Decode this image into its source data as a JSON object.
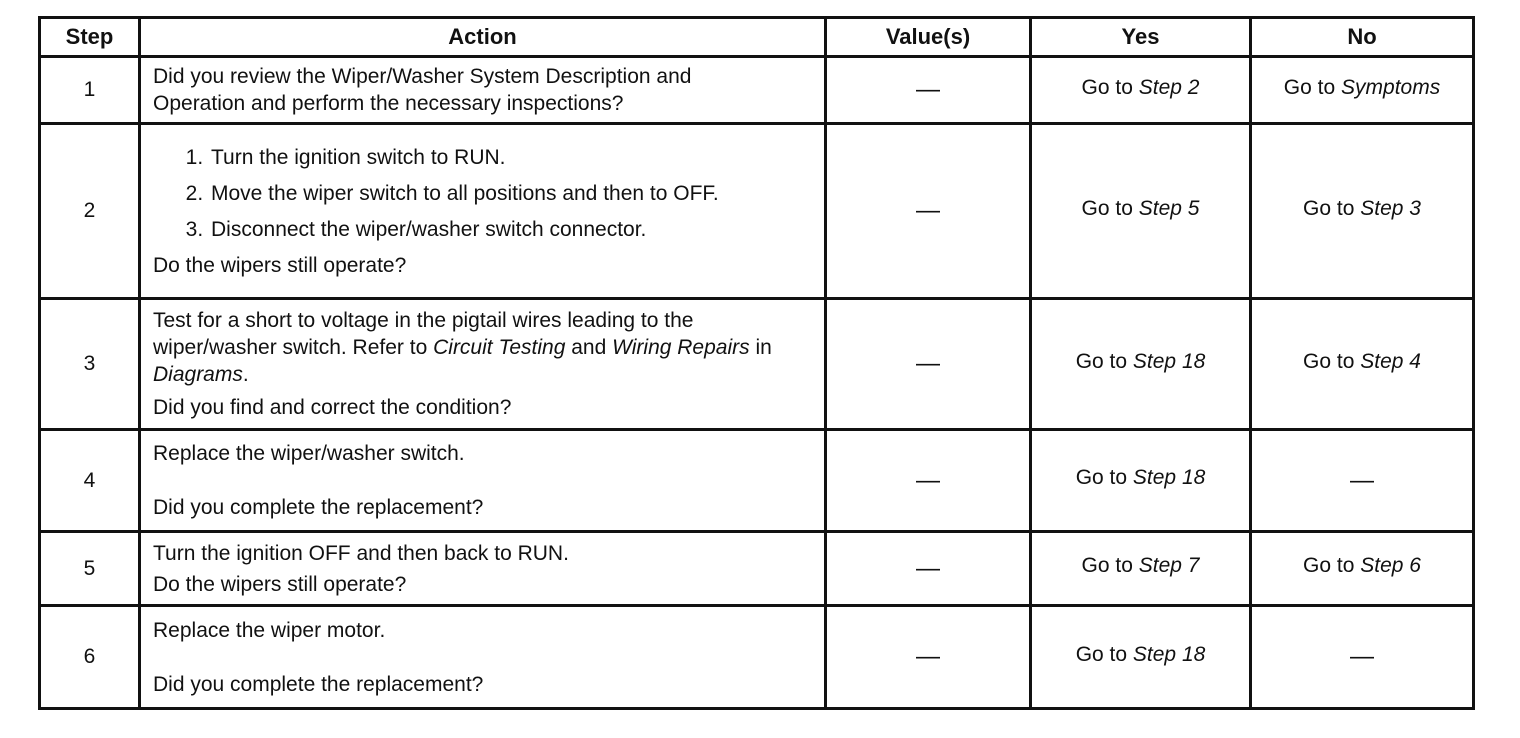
{
  "headers": {
    "step": "Step",
    "action": "Action",
    "values": "Value(s)",
    "yes": "Yes",
    "no": "No"
  },
  "dash": "—",
  "goto_prefix": "Go to",
  "rows": [
    {
      "step": "1",
      "action_line1": "Did you review the Wiper/Washer System Description and",
      "action_line2": "Operation and perform the necessary inspections?",
      "value": "—",
      "yes_target": "Step 2",
      "no_target": "Symptoms"
    },
    {
      "step": "2",
      "items": [
        "Turn the ignition switch to RUN.",
        "Move the wiper switch to all positions and then to OFF.",
        "Disconnect the wiper/washer switch connector."
      ],
      "question": "Do the wipers still operate?",
      "value": "—",
      "yes_target": "Step 5",
      "no_target": "Step 3"
    },
    {
      "step": "3",
      "action_text1": "Test for a short to voltage in the pigtail wires leading to the wiper/washer switch. Refer to ",
      "action_ref1": "Circuit Testing",
      "action_text2": " and ",
      "action_ref2": "Wiring Repairs",
      "action_text3": " in ",
      "action_ref3": "Diagrams",
      "action_text4": ".",
      "question": "Did you find and correct the condition?",
      "value": "—",
      "yes_target": "Step 18",
      "no_target": "Step 4"
    },
    {
      "step": "4",
      "action": "Replace the wiper/washer switch.",
      "question": "Did you complete the replacement?",
      "value": "—",
      "yes_target": "Step 18",
      "no": "—"
    },
    {
      "step": "5",
      "action": "Turn the ignition OFF and then back to RUN.",
      "question": "Do the wipers still operate?",
      "value": "—",
      "yes_target": "Step 7",
      "no_target": "Step 6"
    },
    {
      "step": "6",
      "action": "Replace the wiper motor.",
      "question": "Did you complete the replacement?",
      "value": "—",
      "yes_target": "Step 18",
      "no": "—"
    }
  ]
}
